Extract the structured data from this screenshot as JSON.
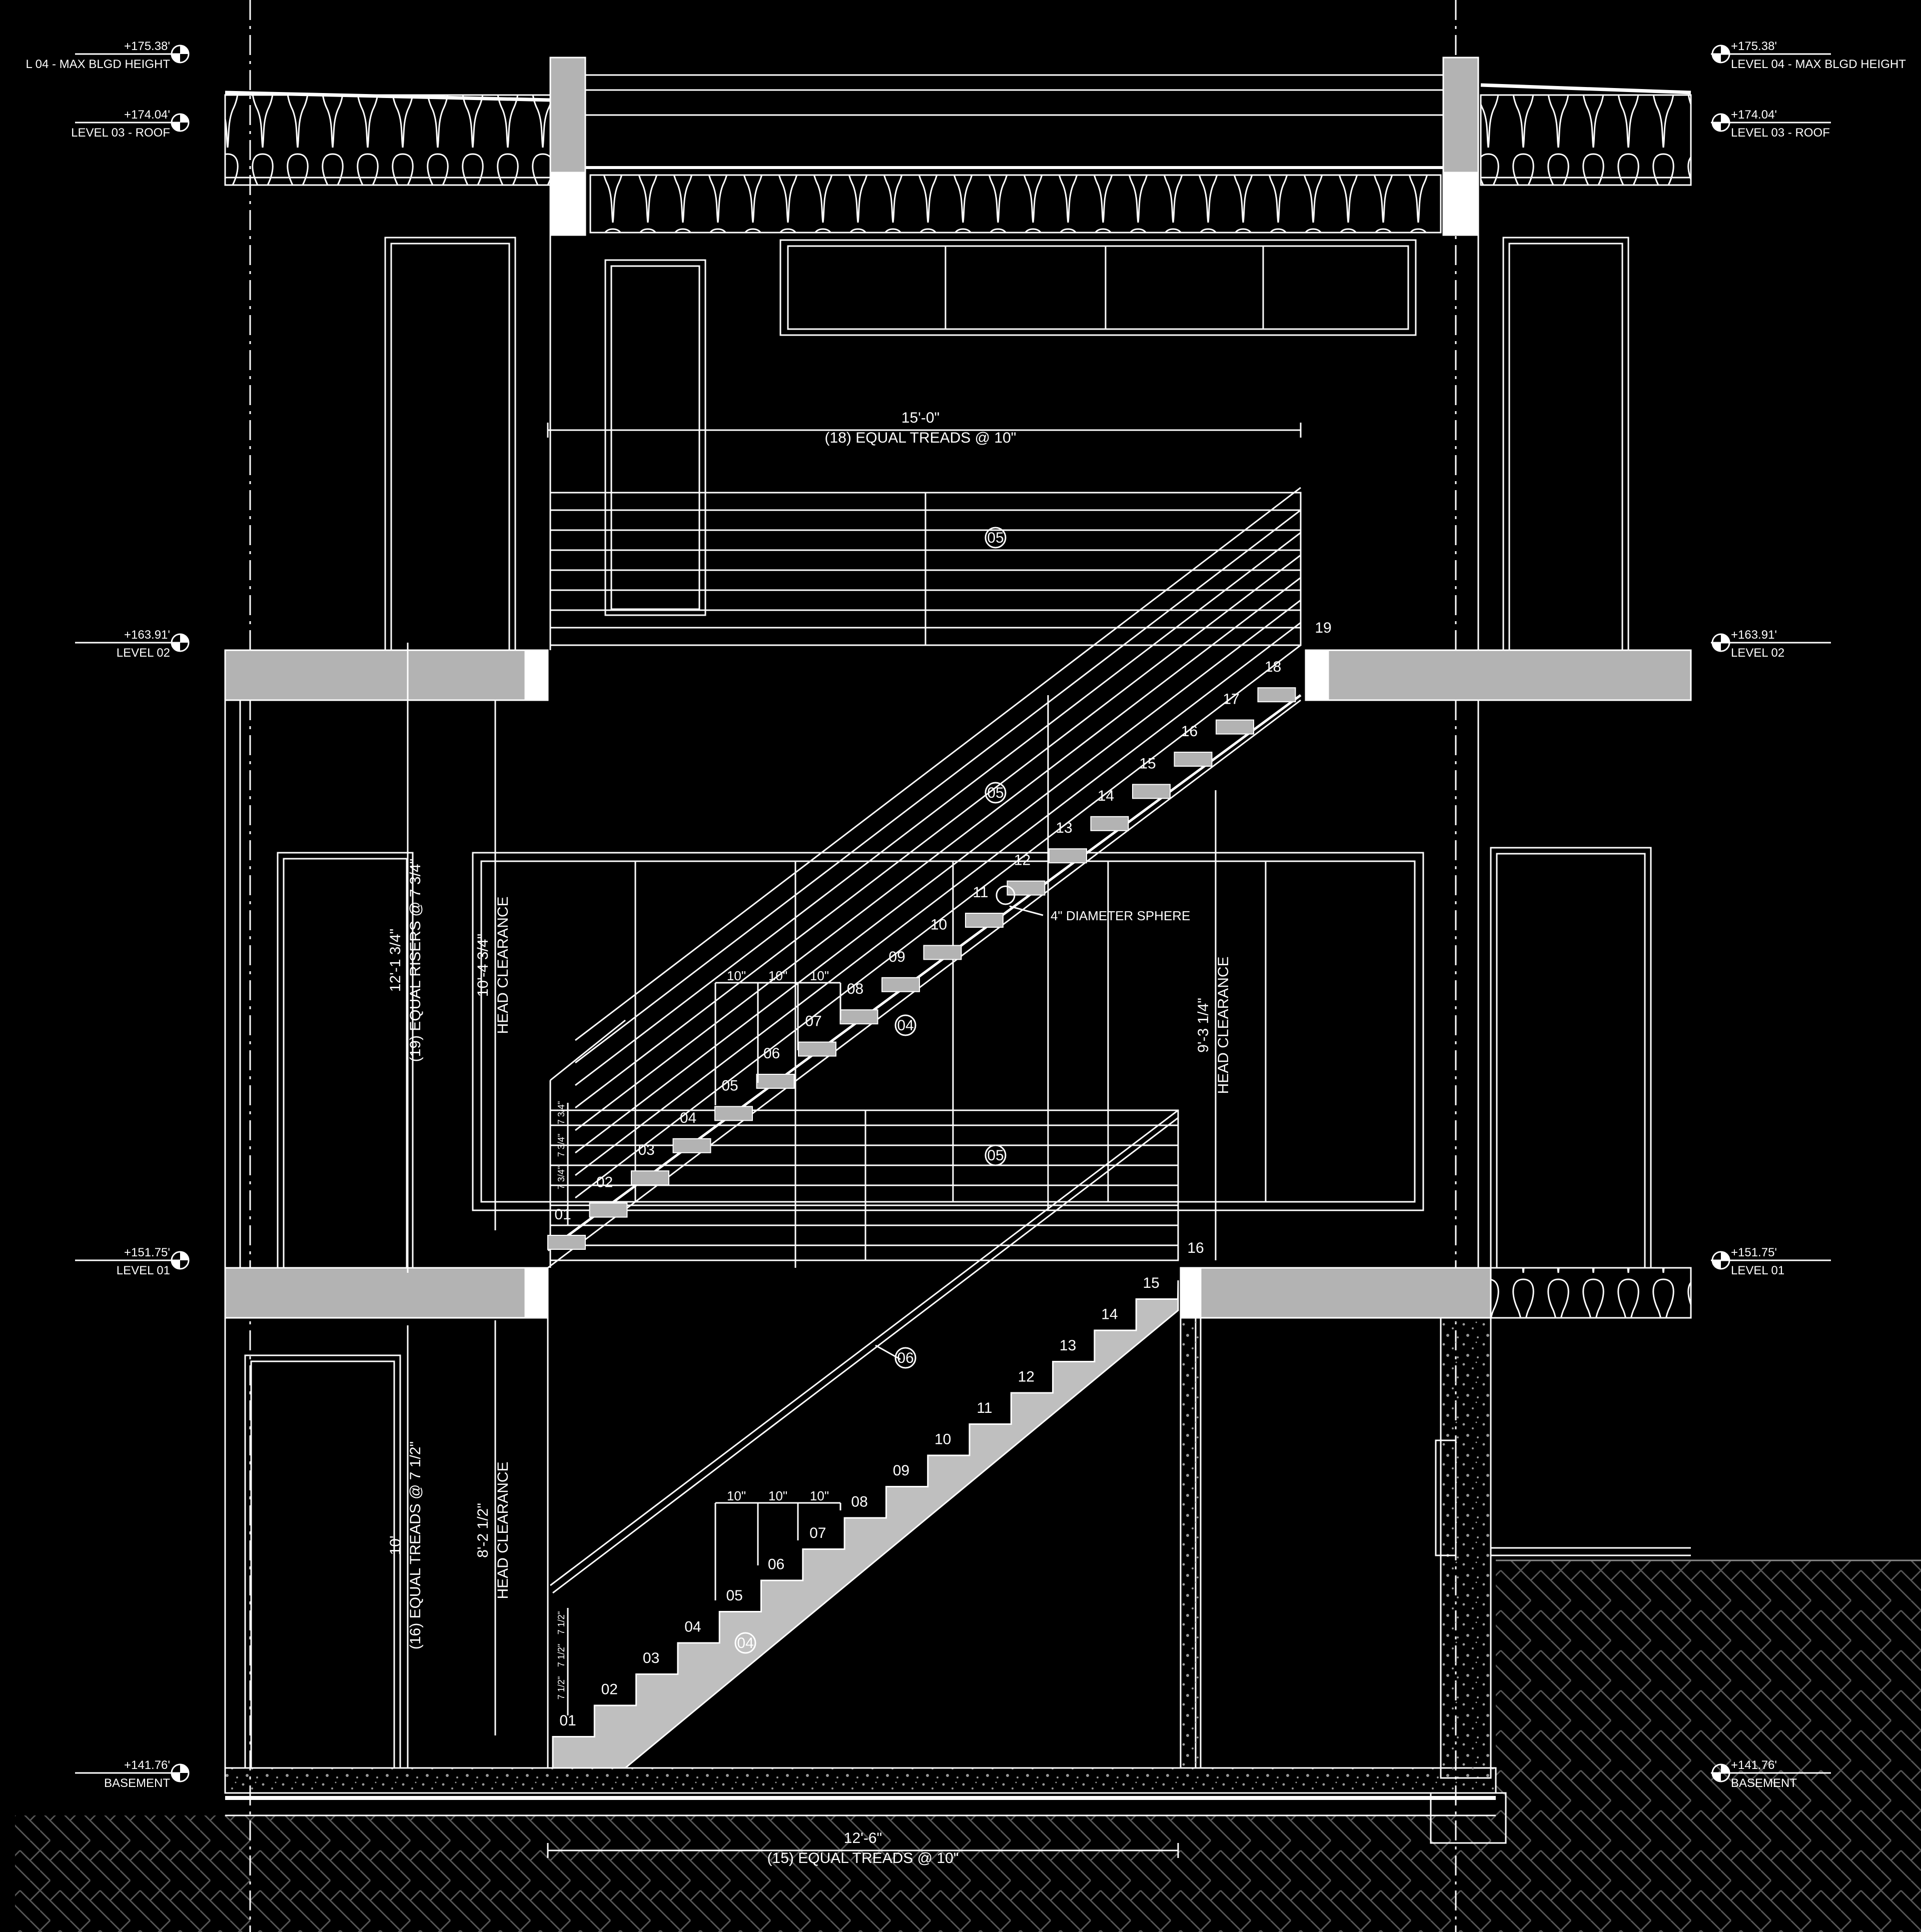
{
  "levels": [
    {
      "id": "l04",
      "elev_left": "+175.38'",
      "name_left": "L 04 - MAX BLGD HEIGHT",
      "elev_right": "+175.38'",
      "name_right": "LEVEL 04 - MAX BLGD HEIGHT"
    },
    {
      "id": "l03",
      "elev_left": "+174.04'",
      "name_left": "LEVEL 03 - ROOF",
      "elev_right": "+174.04'",
      "name_right": "LEVEL 03 - ROOF"
    },
    {
      "id": "l02",
      "elev_left": "+163.91'",
      "name_left": "LEVEL 02",
      "elev_right": "+163.91'",
      "name_right": "LEVEL 02"
    },
    {
      "id": "l01",
      "elev_left": "+151.75'",
      "name_left": "LEVEL 01",
      "elev_right": "+151.75'",
      "name_right": "LEVEL 01"
    },
    {
      "id": "b",
      "elev_left": "+141.76'",
      "name_left": "BASEMENT",
      "elev_right": "+141.76'",
      "name_right": "BASEMENT"
    }
  ],
  "dims": {
    "upper_run_len": "15'-0\"",
    "upper_run_treads": "(18) EQUAL TREADS @ 10\"",
    "lower_run_len": "12'-6\"",
    "lower_run_treads": "(15) EQUAL TREADS @ 10\"",
    "upper_rise_len": "12'-1 3/4\"",
    "upper_rise_desc": "(19) EQUAL RISERS @ 7 3/4\"",
    "upper_head_left_len": "10'-4 3/4\"",
    "upper_head_right_len": "9'-3 1/4\"",
    "head_clearance": "HEAD CLEARANCE",
    "lower_rise_len": "10'",
    "lower_rise_desc": "(16) EQUAL TREADS @ 7 1/2\"",
    "lower_head_len": "8'-2 1/2\"",
    "tread_10": "10\"",
    "riser_734": "7 3/4\"",
    "riser_712": "7 1/2\"",
    "sphere_note": "4\" DIAMETER SPHERE"
  },
  "tags": {
    "railing": "05",
    "stair": "04",
    "handrail": "06"
  },
  "upper_steps": [
    "01",
    "02",
    "03",
    "04",
    "05",
    "06",
    "07",
    "08",
    "09",
    "10",
    "11",
    "12",
    "13",
    "14",
    "15",
    "16",
    "17",
    "18",
    "19"
  ],
  "lower_steps": [
    "01",
    "02",
    "03",
    "04",
    "05",
    "06",
    "07",
    "08",
    "09",
    "10",
    "11",
    "12",
    "13",
    "14",
    "15",
    "16"
  ],
  "colors": {
    "background": "#000000",
    "linework": "#ffffff",
    "slab": "#b3b3b3",
    "stair_fill": "#bfbfbf"
  }
}
